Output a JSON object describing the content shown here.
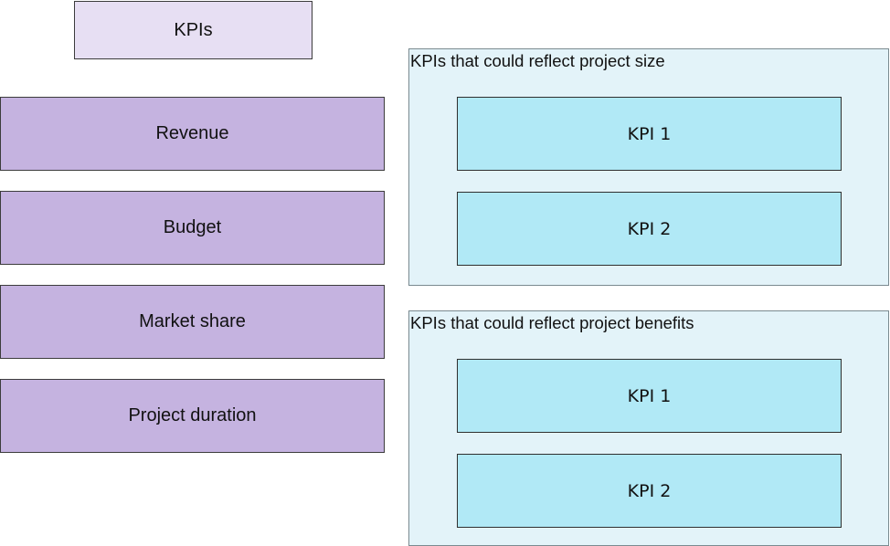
{
  "header": {
    "label": "KPIs"
  },
  "items": [
    {
      "label": "Revenue"
    },
    {
      "label": "Budget"
    },
    {
      "label": "Market share"
    },
    {
      "label": "Project duration"
    }
  ],
  "groups": [
    {
      "title": "KPIs that could reflect project size",
      "slots": [
        {
          "label": "KPI 1"
        },
        {
          "label": "KPI 2"
        }
      ]
    },
    {
      "title": "KPIs that could reflect project benefits",
      "slots": [
        {
          "label": "KPI 1"
        },
        {
          "label": "KPI 2"
        }
      ]
    }
  ],
  "colors": {
    "header_fill": "#e7dff3",
    "item_fill": "#c5b3e0",
    "group_fill": "#e3f3f9",
    "slot_fill": "#b1e9f6"
  }
}
